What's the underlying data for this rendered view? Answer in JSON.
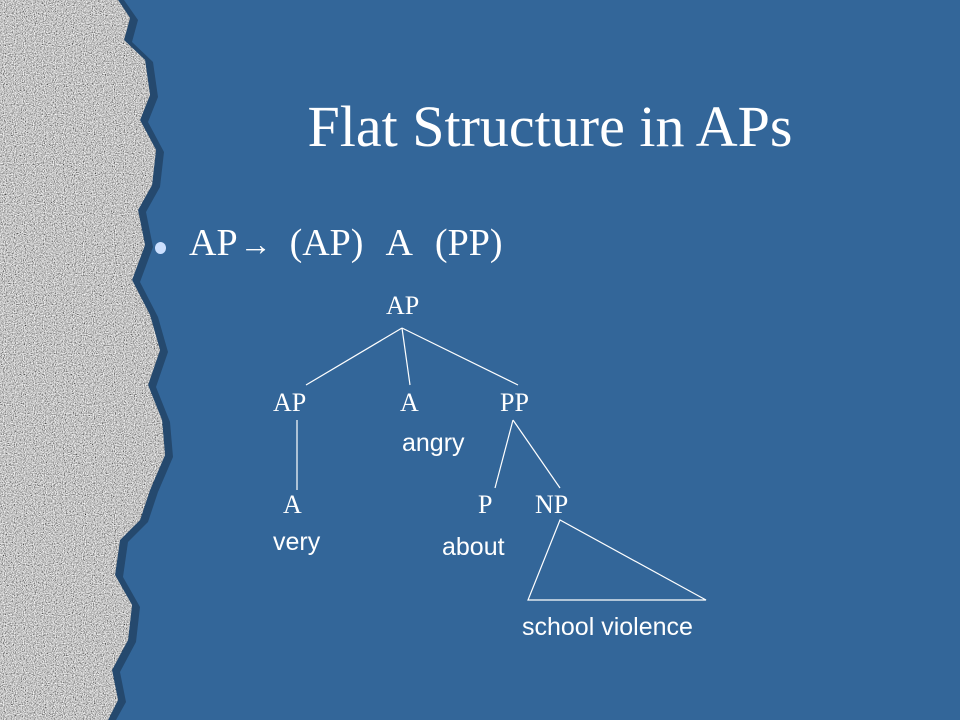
{
  "slide": {
    "title": "Flat Structure in APs",
    "rule": {
      "lhs": "AP",
      "arrow": "→",
      "rhs": [
        "(AP)",
        "A",
        "(PP)"
      ]
    }
  },
  "tree": {
    "nodes": {
      "root": "AP",
      "ap": "AP",
      "a": "A",
      "pp": "PP",
      "ap_a": "A",
      "pp_p": "P",
      "pp_np": "NP"
    },
    "words": {
      "very": "very",
      "angry": "angry",
      "about": "about",
      "np_text": "school violence"
    }
  },
  "colors": {
    "background": "#336699",
    "text": "#ffffff",
    "bullet": "#cce0ff"
  }
}
